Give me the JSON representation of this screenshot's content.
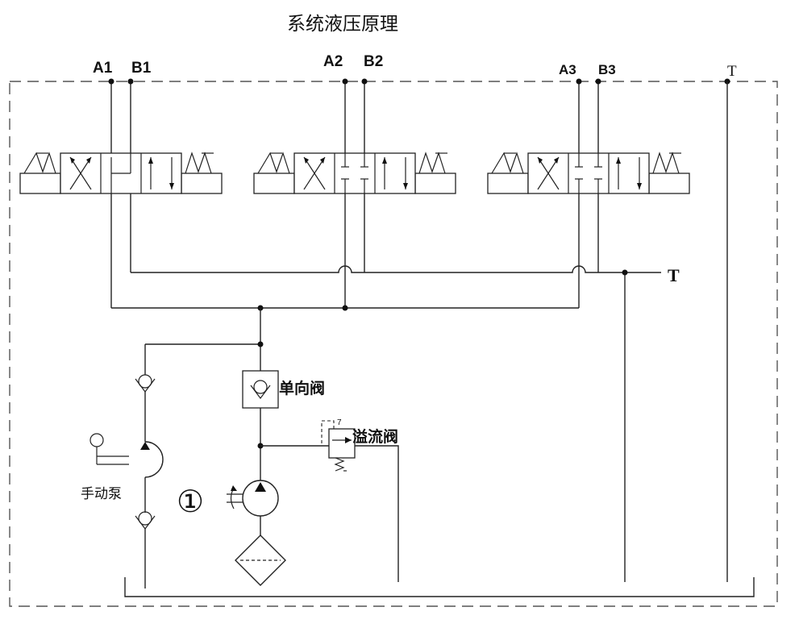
{
  "title": "系统液压原理",
  "ports": {
    "a1": "A1",
    "b1": "B1",
    "a2": "A2",
    "b2": "B2",
    "a3": "A3",
    "b3": "B3",
    "t_top": "T",
    "t_right": "T"
  },
  "components": {
    "check_valve": "单向阀",
    "relief_valve": "溢流阀",
    "hand_pump": "手动泵",
    "pump_number": "①",
    "relief_mark": "7"
  }
}
